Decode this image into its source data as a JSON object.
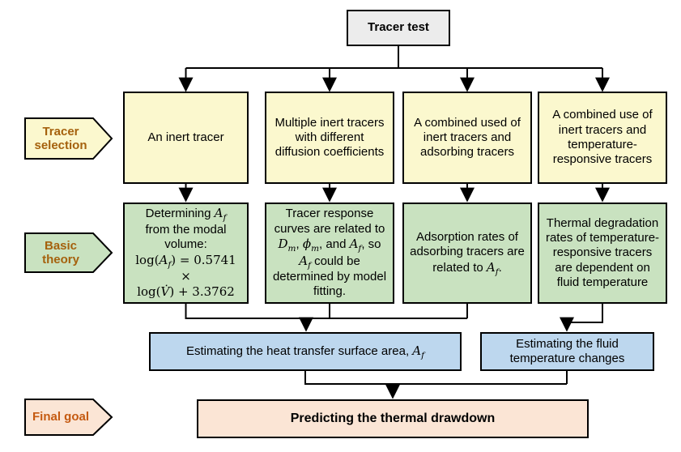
{
  "diagram": {
    "title_box": "Tracer test",
    "stage_labels": [
      {
        "label": "Tracer selection"
      },
      {
        "label": "Basic theory"
      },
      {
        "label": "Final goal"
      }
    ],
    "tracer_selection_boxes": [
      {
        "text": "An inert tracer"
      },
      {
        "text": "Multiple inert tracers with different diffusion coefficients"
      },
      {
        "text": "A combined used of inert tracers and adsorbing tracers"
      },
      {
        "text": "A combined use of inert tracers and temperature-responsive tracers"
      }
    ],
    "basic_theory_boxes": [
      {
        "segments": [
          {
            "s": "p",
            "t": "Determining "
          },
          {
            "s": "i",
            "t": "A"
          },
          {
            "s": "sub",
            "t": "f"
          },
          {
            "s": "br"
          },
          {
            "s": "p",
            "t": "from the modal volume:"
          },
          {
            "s": "br"
          },
          {
            "s": "m",
            "t": "log("
          },
          {
            "s": "i",
            "t": "A"
          },
          {
            "s": "sub",
            "t": "f"
          },
          {
            "s": "m",
            "t": ") = 0.5741 ×"
          },
          {
            "s": "br"
          },
          {
            "s": "m",
            "t": "log("
          },
          {
            "s": "i",
            "t": "V̇"
          },
          {
            "s": "m",
            "t": ") + 3.3762"
          }
        ]
      },
      {
        "segments": [
          {
            "s": "p",
            "t": "Tracer response curves are related to "
          },
          {
            "s": "i",
            "t": "D"
          },
          {
            "s": "sub",
            "t": "m"
          },
          {
            "s": "p",
            "t": ", "
          },
          {
            "s": "i",
            "t": "ϕ"
          },
          {
            "s": "sub",
            "t": "m"
          },
          {
            "s": "p",
            "t": ", and "
          },
          {
            "s": "i",
            "t": "A"
          },
          {
            "s": "sub",
            "t": "f"
          },
          {
            "s": "p",
            "t": ", so "
          },
          {
            "s": "i",
            "t": "A"
          },
          {
            "s": "sub",
            "t": "f"
          },
          {
            "s": "p",
            "t": " could be determined by model fitting."
          }
        ]
      },
      {
        "segments": [
          {
            "s": "p",
            "t": "Adsorption rates of adsorbing tracers are related to "
          },
          {
            "s": "i",
            "t": "A"
          },
          {
            "s": "sub",
            "t": "f"
          },
          {
            "s": "p",
            "t": "."
          }
        ]
      },
      {
        "segments": [
          {
            "s": "p",
            "t": "Thermal degradation rates of temperature-responsive tracers are dependent on fluid temperature"
          }
        ]
      }
    ],
    "estimation_boxes": [
      {
        "segments": [
          {
            "s": "p",
            "t": "Estimating the heat transfer surface area, "
          },
          {
            "s": "i",
            "t": "A"
          },
          {
            "s": "sub",
            "t": "f"
          }
        ]
      },
      {
        "segments": [
          {
            "s": "p",
            "t": "Estimating the fluid temperature changes"
          }
        ]
      }
    ],
    "final_box": "Predicting the thermal drawdown",
    "colors": {
      "title_fill": "#ECECEC",
      "yellow_fill": "#FBF8CE",
      "green_fill": "#C9E2C0",
      "blue_fill": "#BDD7EE",
      "peach_fill": "#FBE5D5",
      "stage_label_text": "#A5610D",
      "final_goal_text": "#C55A11",
      "border": "#000000",
      "connector": "#000000"
    }
  }
}
